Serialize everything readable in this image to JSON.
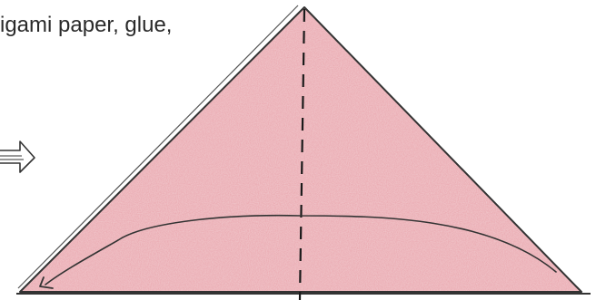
{
  "caption": {
    "line_partial_top": "",
    "text": "igami paper, glue,"
  },
  "colors": {
    "paper_fill": "#e9a3ab",
    "paper_shade": "#d98a94",
    "outline": "#333333",
    "fold_line": "#1a1a1a",
    "arrow": "#333333"
  },
  "icons": {
    "left_arrow": "double-outline-arrow-right",
    "fold_arrow": "curved-arrow-left"
  }
}
